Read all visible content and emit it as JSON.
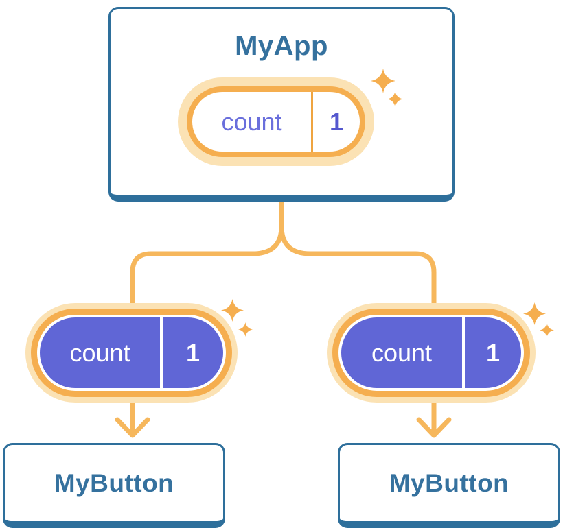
{
  "tree": {
    "root": {
      "label": "MyApp",
      "state": {
        "name": "count",
        "value": "1"
      }
    },
    "children": [
      {
        "label": "MyButton",
        "state": {
          "name": "count",
          "value": "1"
        }
      },
      {
        "label": "MyButton",
        "state": {
          "name": "count",
          "value": "1"
        }
      }
    ]
  },
  "icons": {
    "sparkle": "sparkle-icon",
    "arrow": "arrow-down-icon"
  },
  "colors": {
    "blue": "#35719E",
    "blue-border": "#2E6F9B",
    "orange": "#F5AE4F",
    "orange-line": "#F6B75C",
    "halo": "#FBE2B4",
    "divider": "#EFA440",
    "purple": "#6066D6",
    "purple-text": "#6A6FDC",
    "purple-value": "#5457CE",
    "white": "#FFFFFF"
  }
}
